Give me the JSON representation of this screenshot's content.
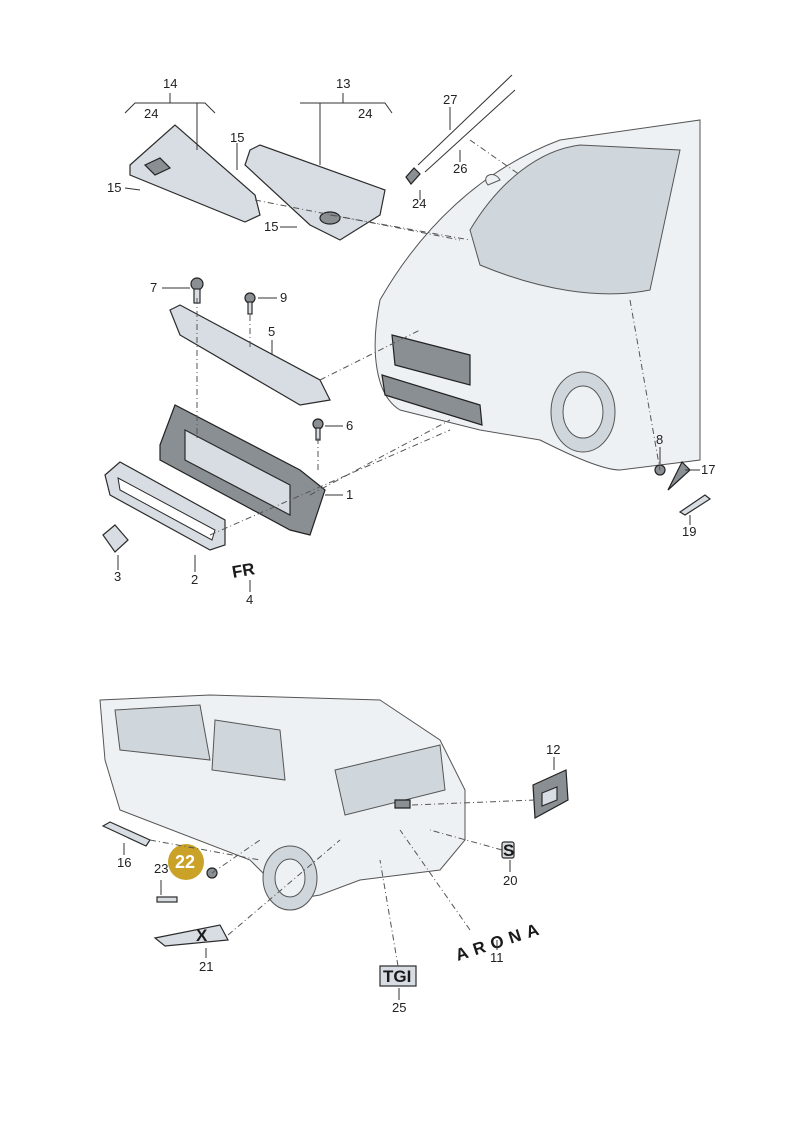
{
  "callouts": {
    "c14": "14",
    "c24a": "24",
    "c13": "13",
    "c24b": "24",
    "c15a": "15",
    "c15b": "15",
    "c15c": "15",
    "c27": "27",
    "c26": "26",
    "c24c": "24",
    "c7": "7",
    "c9": "9",
    "c5": "5",
    "c6": "6",
    "c1": "1",
    "c3": "3",
    "c2": "2",
    "c4": "4",
    "c8": "8",
    "c17": "17",
    "c19": "19",
    "c12": "12",
    "c16": "16",
    "c23": "23",
    "c22": "22",
    "c20": "20",
    "c21": "21",
    "c11": "11",
    "c25": "25"
  },
  "badges": {
    "arona": "ARONA",
    "tgi": "TGI",
    "fr": "FR",
    "xp": "X",
    "s": "S"
  },
  "colors": {
    "highlight": "#c9a227",
    "line": "#333333",
    "part": "#d7dde2"
  }
}
